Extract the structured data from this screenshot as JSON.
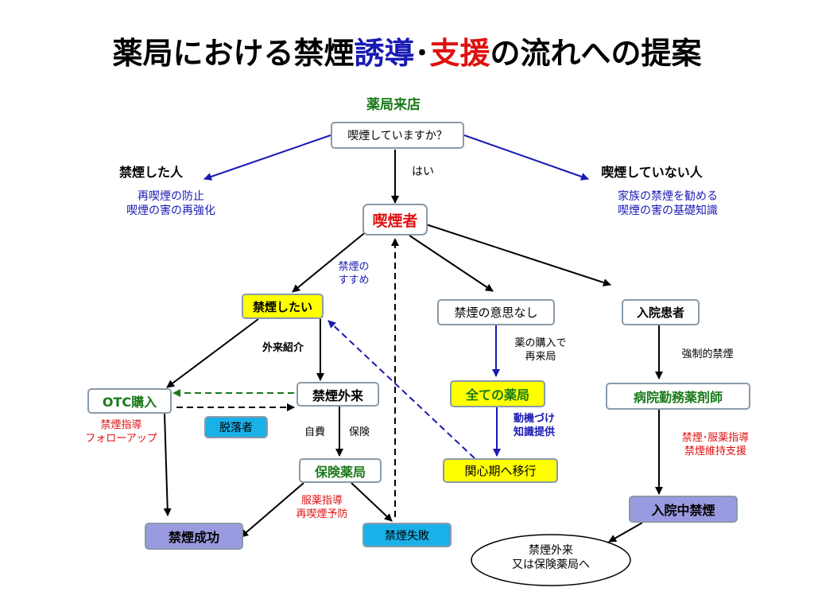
{
  "title": {
    "main": "薬局における禁煙",
    "blue": "誘導",
    "sep": "･",
    "red": "支援",
    "tail": "の流れへの提案"
  },
  "colors": {
    "green": "#1a7a1a",
    "blue": "#1a1ab4",
    "red": "#e01010",
    "yellow": "#ffff00",
    "cyan": "#1ab0e8",
    "purple": "#9a9ae0",
    "box_border": "#8a9aa8"
  },
  "nodes": {
    "pharmacy_visit": "薬局来店",
    "question": "喫煙していますか？",
    "quit_person": "禁煙した人",
    "non_smoker": "喫煙していない人",
    "smoker": "喫煙者",
    "want_to_quit": "禁煙したい",
    "no_intention": "禁煙の意思なし",
    "inpatient": "入院患者",
    "otc_purchase": "OTC購入",
    "clinic": "禁煙外来",
    "all_pharmacies": "全ての薬局",
    "hospital_pharmacist": "病院勤務薬剤師",
    "dropout": "脱落者",
    "insurance_pharmacy": "保険薬局",
    "interest_stage": "関心期へ移行",
    "inpatient_quit": "入院中禁煙",
    "success": "禁煙成功",
    "failure": "禁煙失敗",
    "ellipse": [
      "禁煙外来",
      "又は保険薬局へ"
    ]
  },
  "labels": {
    "yes": "はい",
    "quit_support": [
      "再喫煙の防止",
      "喫煙の害の再強化"
    ],
    "nonsmoker_support": [
      "家族の禁煙を勧める",
      "喫煙の害の基礎知識"
    ],
    "recommend": [
      "禁煙の",
      "すすめ"
    ],
    "referral": "外来紹介",
    "revisit": [
      "薬の購入で",
      "再来局"
    ],
    "mandatory": "強制的禁煙",
    "otc_support": [
      "禁煙指導",
      "フォローアップ"
    ],
    "self_pay": "自費",
    "insurance": "保険",
    "motivation": [
      "動機づけ",
      "知識提供"
    ],
    "hospital_support": [
      "禁煙･服薬指導",
      "禁煙維持支援"
    ],
    "medication_guidance": [
      "服薬指導",
      "再喫煙予防"
    ]
  }
}
